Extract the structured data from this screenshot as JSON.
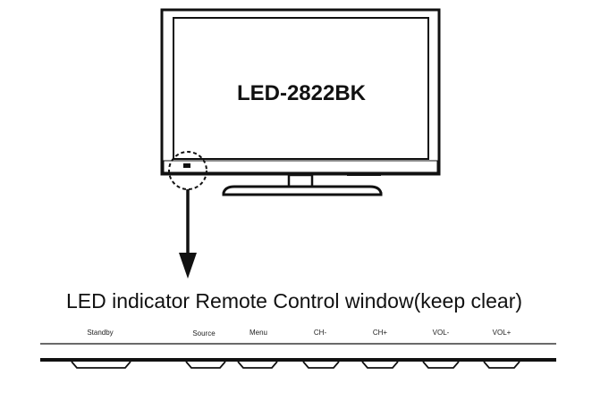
{
  "tv": {
    "model": "LED-2822BK"
  },
  "caption": "LED indicator Remote Control window(keep clear)",
  "buttons": [
    {
      "label": "Standby"
    },
    {
      "label": "Source"
    },
    {
      "label": "Menu"
    },
    {
      "label": "CH-"
    },
    {
      "label": "CH+"
    },
    {
      "label": "VOL-"
    },
    {
      "label": "VOL+"
    }
  ],
  "colors": {
    "line": "#111111",
    "background": "#ffffff"
  }
}
